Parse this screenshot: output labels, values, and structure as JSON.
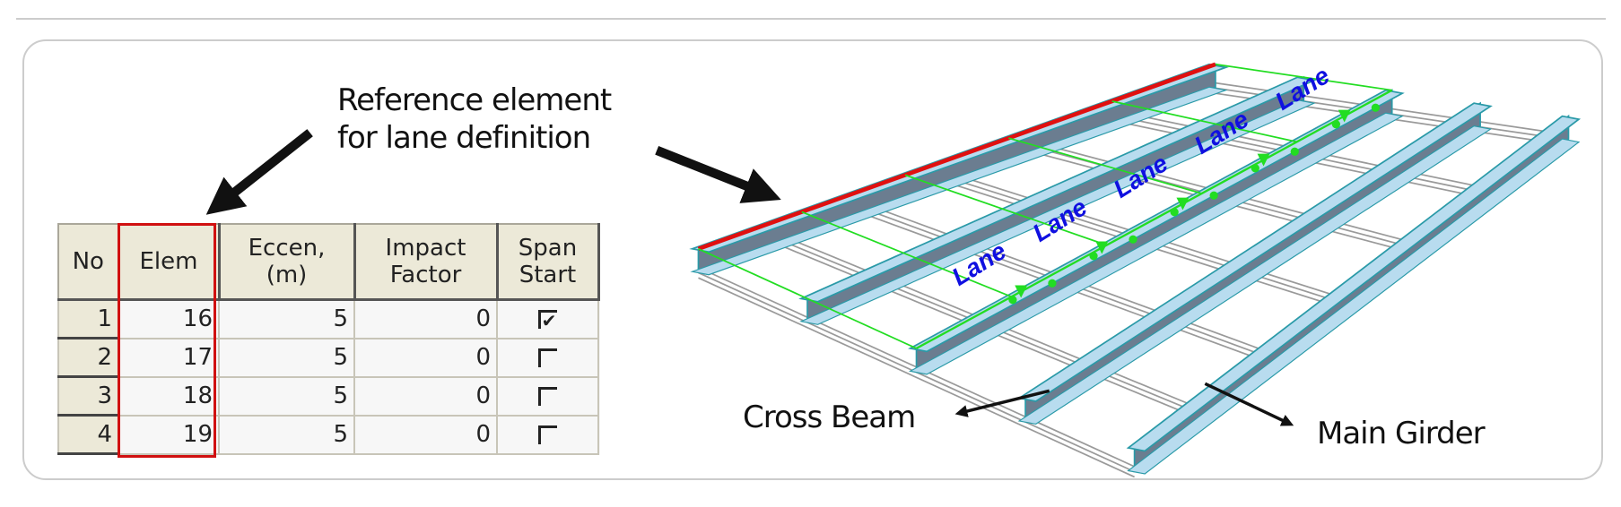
{
  "labels": {
    "reference_line1": "Reference element",
    "reference_line2": "for lane definition",
    "cross_beam": "Cross Beam",
    "main_girder": "Main Girder"
  },
  "table": {
    "headers": {
      "no": "No",
      "elem": "Elem",
      "eccen_1": "Eccen,",
      "eccen_2": "(m)",
      "impact_1": "Impact",
      "impact_2": "Factor",
      "span_1": "Span",
      "span_2": "Start"
    },
    "rows": [
      {
        "no": "1",
        "elem": "16",
        "eccen": "5",
        "impact": "0",
        "span_start": true,
        "mark": "✔"
      },
      {
        "no": "2",
        "elem": "17",
        "eccen": "5",
        "impact": "0",
        "span_start": false,
        "mark": ""
      },
      {
        "no": "3",
        "elem": "18",
        "eccen": "5",
        "impact": "0",
        "span_start": false,
        "mark": ""
      },
      {
        "no": "4",
        "elem": "19",
        "eccen": "5",
        "impact": "0",
        "span_start": false,
        "mark": ""
      }
    ]
  },
  "model": {
    "lane_label": "Lane",
    "lane_label_count": 5,
    "colors": {
      "girder": "#b8dcef",
      "girder_dark": "#6b7d90",
      "edge": "#2a9aa8",
      "reference": "#e01010",
      "lane": "#22dd22",
      "lane_text": "#1010e0"
    }
  }
}
